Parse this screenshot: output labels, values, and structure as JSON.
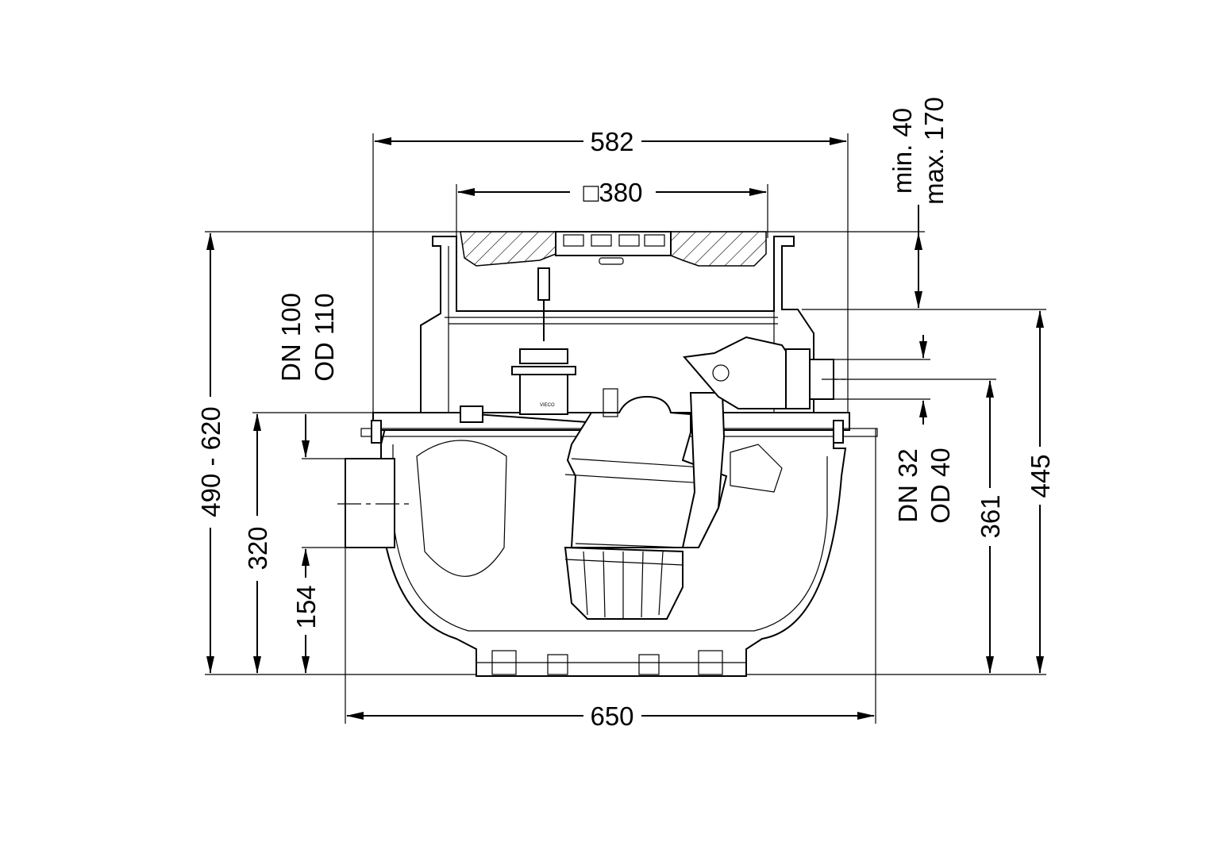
{
  "dimensions": {
    "width_top": "582",
    "cover_square": "□380",
    "cover_min": "min. 40",
    "cover_max": "max. 170",
    "total_height": "490 - 620",
    "inlet_dn": "DN 100",
    "inlet_od": "OD 110",
    "inlet_height": "320",
    "inlet_bottom": "154",
    "outlet_dn": "DN 32",
    "outlet_od": "OD 40",
    "outlet_height": "361",
    "body_height": "445",
    "width_bottom": "650"
  }
}
